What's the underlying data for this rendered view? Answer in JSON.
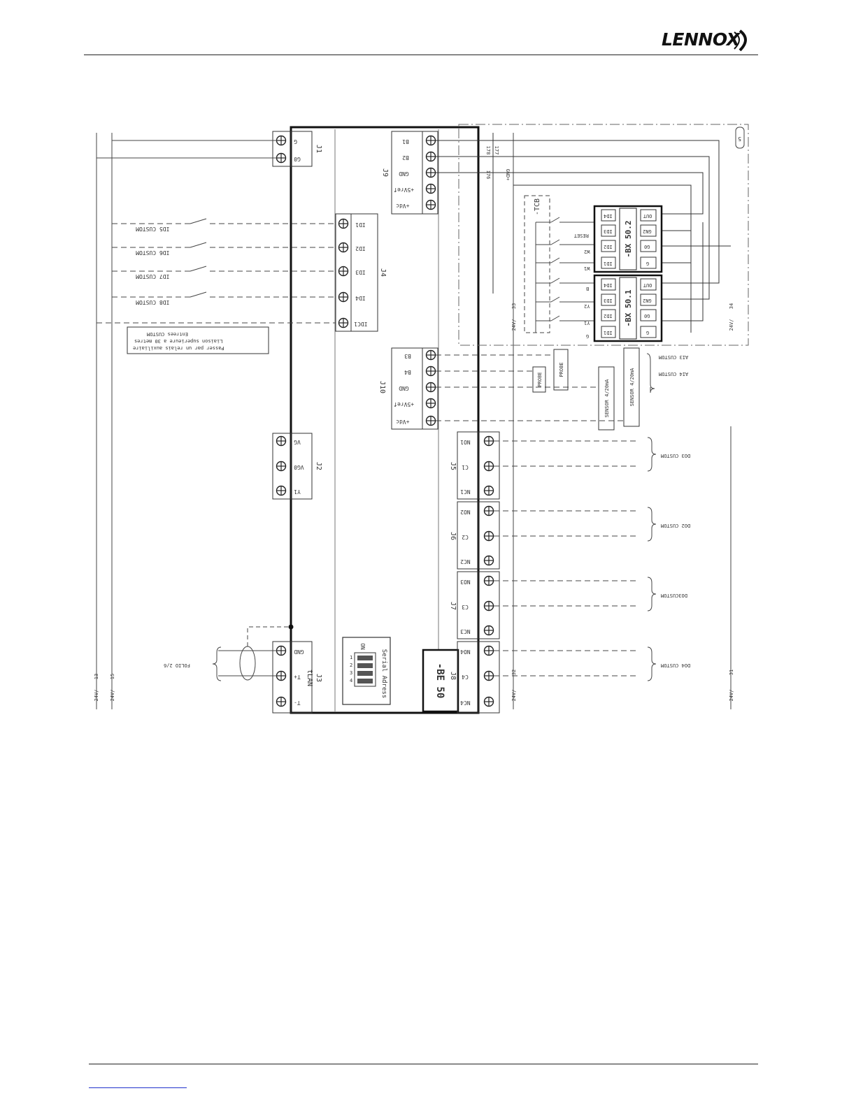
{
  "header": {
    "brand": "LENNOX"
  },
  "diagram": {
    "controller": {
      "label": "-BE 50",
      "dip_label": "Serial Adress",
      "dip_title": "ON",
      "dip_numbers": [
        "1",
        "2",
        "3",
        "4"
      ]
    },
    "connectors": {
      "J1": {
        "name": "J1",
        "pins": [
          "G",
          "G0"
        ]
      },
      "J2": {
        "name": "J2",
        "pins": [
          "VG",
          "VG0",
          "Y1"
        ]
      },
      "J3": {
        "name": "J3",
        "subtitle": "tLAN",
        "pins": [
          "GND",
          "T+",
          "T-"
        ]
      },
      "J4": {
        "name": "J4",
        "pins": [
          "ID1",
          "ID2",
          "ID3",
          "ID4",
          "IDC1"
        ]
      },
      "J5": {
        "name": "J5",
        "pins": [
          "NO1",
          "C1",
          "NC1"
        ]
      },
      "J6": {
        "name": "J6",
        "pins": [
          "NO2",
          "C2",
          "NC2"
        ]
      },
      "J7": {
        "name": "J7",
        "pins": [
          "NO3",
          "C3",
          "NC3"
        ]
      },
      "J8": {
        "name": "J8",
        "pins": [
          "NO4",
          "C4",
          "NC4"
        ]
      },
      "J9": {
        "name": "J9",
        "pins": [
          "B1",
          "B2",
          "GND",
          "+5Vref",
          "+Vdc"
        ]
      },
      "J10": {
        "name": "J10",
        "pins": [
          "B3",
          "B4",
          "GND",
          "+5Vref",
          "+Vdc"
        ]
      }
    },
    "labels": {
      "id_custom": [
        "ID5 CUSTOM",
        "ID6 CUSTOM",
        "ID7 CUSTOM",
        "ID8 CUSTOM"
      ],
      "note": [
        "Entrees CUSTOM",
        "Liaison superieure a 30 metres",
        "Passer par un relais auxiliaire"
      ],
      "folio": "FOLIO 2/6",
      "ai": [
        "AI3 CUSTOM",
        "AI4 CUSTOM"
      ],
      "probes": [
        "PROBE",
        "PROBE"
      ],
      "sensors": [
        "SENSOR 4/20mA",
        "SENSOR 4/20mA"
      ],
      "dout": [
        "DO3 CUSTOM",
        "DO2 CUSTOM",
        "DO3CUSTOM",
        "DO4 CUSTOM"
      ],
      "tcb": "-TCB",
      "tcb_terminals": [
        "RESET",
        "W2",
        "W1",
        "B",
        "Y2",
        "Y1",
        "G"
      ],
      "bx502": {
        "name": "-BX 50.2",
        "pins_left": [
          "ID4",
          "ID3",
          "ID2",
          "ID1"
        ],
        "pins_right": [
          "OUT",
          "GN2",
          "G0",
          "G"
        ]
      },
      "bx501": {
        "name": "-BX 50.1",
        "pins_left": [
          "ID4",
          "ID3",
          "ID2",
          "ID1"
        ],
        "pins_right": [
          "OUT",
          "GN2",
          "G0",
          "G"
        ]
      },
      "wire_numbers": [
        "176",
        "178",
        "177"
      ],
      "gnd_label": "GND+",
      "v24": [
        "24V/",
        "24V/",
        "24V/",
        "24V/",
        "24V/",
        "24V/"
      ],
      "v24_nums": [
        "13",
        "15",
        "33",
        "34",
        "32",
        "31"
      ],
      "marker": "5"
    }
  }
}
